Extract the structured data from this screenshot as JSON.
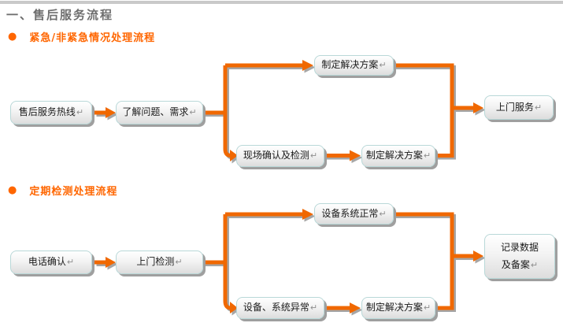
{
  "header": {
    "title": "一、售后服务流程"
  },
  "marks": {
    "bullet": "●",
    "return_mark": "↵"
  },
  "colors": {
    "accent_orange": "#ff6600",
    "line_orange": "#f06800",
    "line_shadow": "#a6a6a6",
    "box_border": "#b9d8d8",
    "box_shadow": "#9f9f9f",
    "title_gray": "#6e6e6e",
    "top_bar_gray": "#c9c9c9"
  },
  "flows": [
    {
      "heading": "紧急/非紧急情况处理流程",
      "nodes": {
        "start": "售后服务热线",
        "intake": "了解问题、需求",
        "plan_top": "制定解决方案",
        "onsite_check": "现场确认及检测",
        "plan_bottom": "制定解决方案",
        "end": "上门服务"
      }
    },
    {
      "heading": "定期检测处理流程",
      "nodes": {
        "start": "电话确认",
        "intake": "上门检测",
        "normal": "设备系统正常",
        "abnormal": "设备、系统异常",
        "plan_bottom": "制定解决方案",
        "end_line1": "记录数据",
        "end_line2": "及备案"
      }
    }
  ]
}
